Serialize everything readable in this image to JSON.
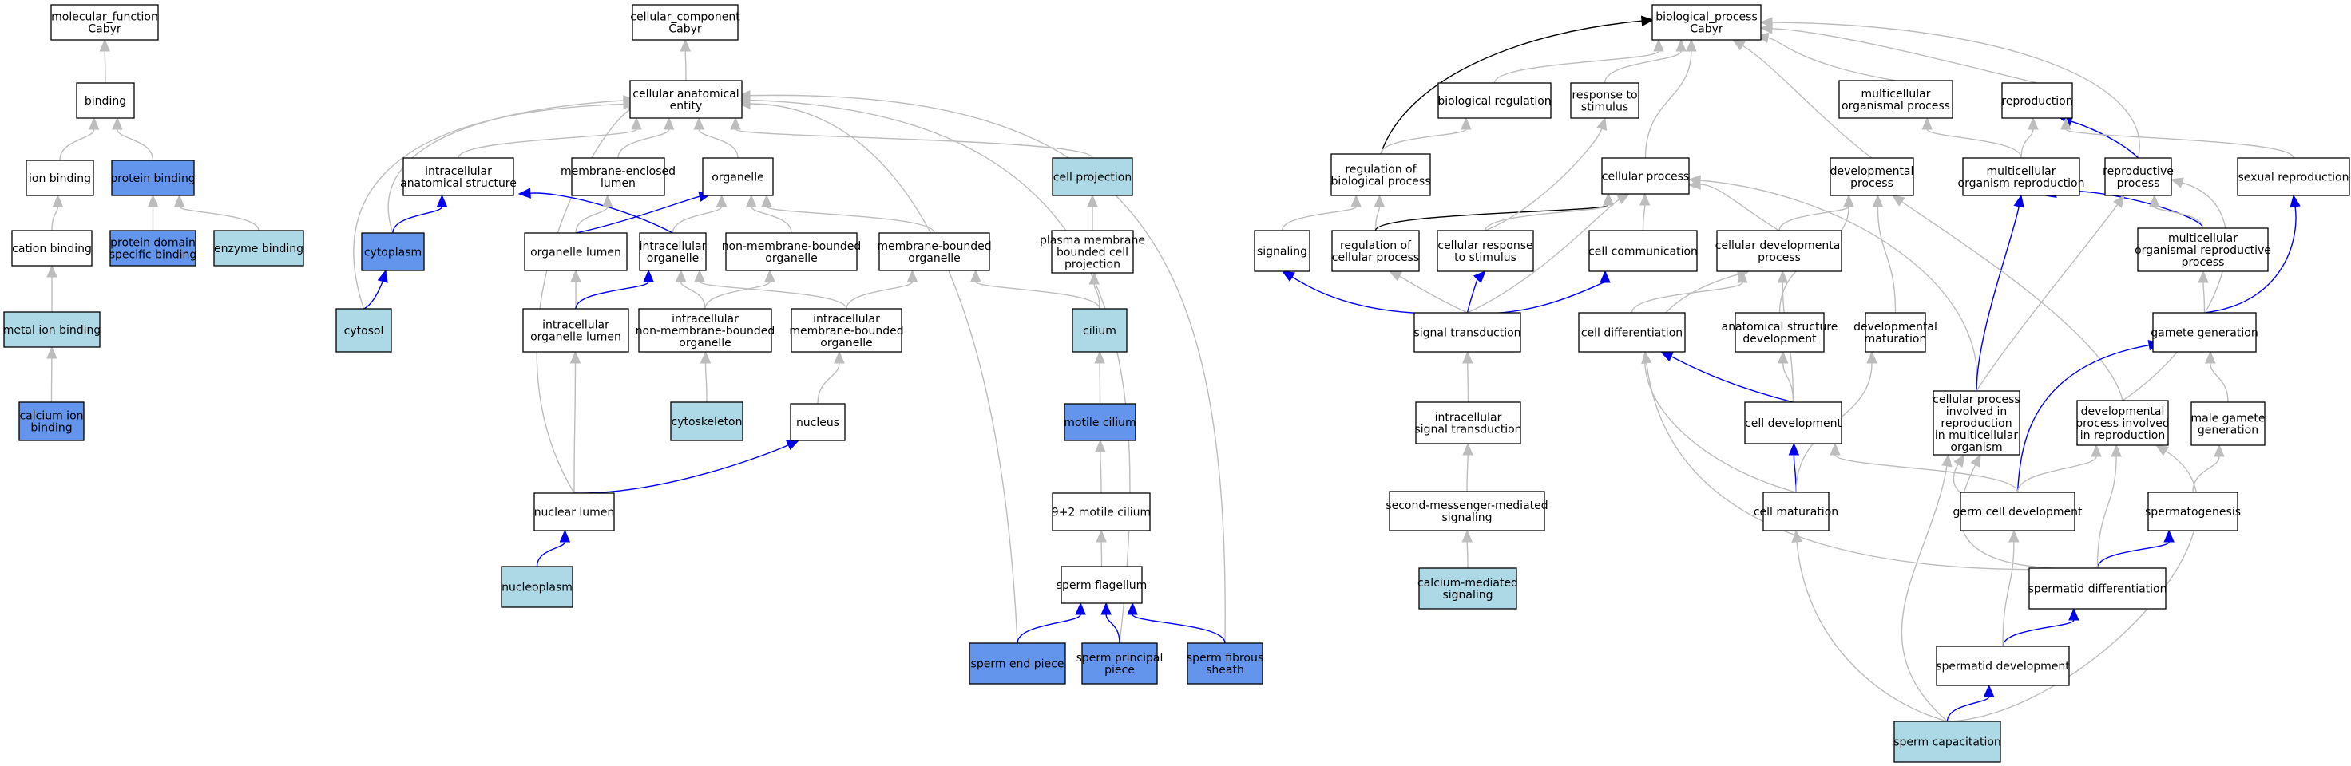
{
  "colors": {
    "plain": "#ffffff",
    "light": "#add8e6",
    "dark": "#6495ed",
    "edge_is_a": "#bdbdbd",
    "edge_part_of": "#0000ee",
    "edge_regulates": "#000000"
  },
  "legend_meaning": {
    "gray": "is_a",
    "blue": "part_of",
    "black": "regulates"
  },
  "nodes": [
    {
      "id": "mf_root",
      "lines": [
        "molecular_function",
        "Cabyr"
      ],
      "fill": "plain"
    },
    {
      "id": "binding",
      "lines": [
        "binding"
      ],
      "fill": "plain"
    },
    {
      "id": "ion_binding",
      "lines": [
        "ion binding"
      ],
      "fill": "plain"
    },
    {
      "id": "protein_binding",
      "lines": [
        "protein binding"
      ],
      "fill": "dark"
    },
    {
      "id": "cation_binding",
      "lines": [
        "cation binding"
      ],
      "fill": "plain"
    },
    {
      "id": "protein_domain_binding",
      "lines": [
        "protein domain",
        "specific binding"
      ],
      "fill": "dark"
    },
    {
      "id": "enzyme_binding",
      "lines": [
        "enzyme binding"
      ],
      "fill": "light"
    },
    {
      "id": "metal_ion_binding",
      "lines": [
        "metal ion binding"
      ],
      "fill": "light"
    },
    {
      "id": "calcium_ion_binding",
      "lines": [
        "calcium ion",
        "binding"
      ],
      "fill": "dark"
    },
    {
      "id": "cc_root",
      "lines": [
        "cellular_component",
        "Cabyr"
      ],
      "fill": "plain"
    },
    {
      "id": "cae",
      "lines": [
        "cellular anatomical",
        "entity"
      ],
      "fill": "plain"
    },
    {
      "id": "ias",
      "lines": [
        "intracellular",
        "anatomical structure"
      ],
      "fill": "plain"
    },
    {
      "id": "mel",
      "lines": [
        "membrane-enclosed",
        "lumen"
      ],
      "fill": "plain"
    },
    {
      "id": "organelle",
      "lines": [
        "organelle"
      ],
      "fill": "plain"
    },
    {
      "id": "cell_projection",
      "lines": [
        "cell projection"
      ],
      "fill": "light"
    },
    {
      "id": "cytoplasm",
      "lines": [
        "cytoplasm"
      ],
      "fill": "dark"
    },
    {
      "id": "organelle_lumen",
      "lines": [
        "organelle lumen"
      ],
      "fill": "plain"
    },
    {
      "id": "intracellular_organelle",
      "lines": [
        "intracellular",
        "organelle"
      ],
      "fill": "plain"
    },
    {
      "id": "nmbo",
      "lines": [
        "non-membrane-bounded",
        "organelle"
      ],
      "fill": "plain"
    },
    {
      "id": "mbo",
      "lines": [
        "membrane-bounded",
        "organelle"
      ],
      "fill": "plain"
    },
    {
      "id": "pmbcp",
      "lines": [
        "plasma membrane",
        "bounded cell",
        "projection"
      ],
      "fill": "plain"
    },
    {
      "id": "cytosol",
      "lines": [
        "cytosol"
      ],
      "fill": "light"
    },
    {
      "id": "iol",
      "lines": [
        "intracellular",
        "organelle lumen"
      ],
      "fill": "plain"
    },
    {
      "id": "inmbo",
      "lines": [
        "intracellular",
        "non-membrane-bounded",
        "organelle"
      ],
      "fill": "plain"
    },
    {
      "id": "imbo",
      "lines": [
        "intracellular",
        "membrane-bounded",
        "organelle"
      ],
      "fill": "plain"
    },
    {
      "id": "cilium",
      "lines": [
        "cilium"
      ],
      "fill": "light"
    },
    {
      "id": "cytoskeleton",
      "lines": [
        "cytoskeleton"
      ],
      "fill": "light"
    },
    {
      "id": "nucleus",
      "lines": [
        "nucleus"
      ],
      "fill": "plain"
    },
    {
      "id": "motile_cilium",
      "lines": [
        "motile cilium"
      ],
      "fill": "dark"
    },
    {
      "id": "nuclear_lumen",
      "lines": [
        "nuclear lumen"
      ],
      "fill": "plain"
    },
    {
      "id": "motile_cilium_92",
      "lines": [
        "9+2 motile cilium"
      ],
      "fill": "plain"
    },
    {
      "id": "nucleoplasm",
      "lines": [
        "nucleoplasm"
      ],
      "fill": "light"
    },
    {
      "id": "sperm_flagellum",
      "lines": [
        "sperm flagellum"
      ],
      "fill": "plain"
    },
    {
      "id": "sperm_end_piece",
      "lines": [
        "sperm end piece"
      ],
      "fill": "dark"
    },
    {
      "id": "sperm_principal_piece",
      "lines": [
        "sperm principal",
        "piece"
      ],
      "fill": "dark"
    },
    {
      "id": "sperm_fibrous_sheath",
      "lines": [
        "sperm fibrous",
        "sheath"
      ],
      "fill": "dark"
    },
    {
      "id": "bp_root",
      "lines": [
        "biological_process",
        "Cabyr"
      ],
      "fill": "plain"
    },
    {
      "id": "bio_reg",
      "lines": [
        "biological regulation"
      ],
      "fill": "plain"
    },
    {
      "id": "resp_stim",
      "lines": [
        "response to",
        "stimulus"
      ],
      "fill": "plain"
    },
    {
      "id": "mop",
      "lines": [
        "multicellular",
        "organismal process"
      ],
      "fill": "plain"
    },
    {
      "id": "reproduction",
      "lines": [
        "reproduction"
      ],
      "fill": "plain"
    },
    {
      "id": "reg_bp",
      "lines": [
        "regulation of",
        "biological process"
      ],
      "fill": "plain"
    },
    {
      "id": "cellular_process",
      "lines": [
        "cellular process"
      ],
      "fill": "plain"
    },
    {
      "id": "dev_process",
      "lines": [
        "developmental",
        "process"
      ],
      "fill": "plain"
    },
    {
      "id": "mor",
      "lines": [
        "multicellular",
        "organism reproduction"
      ],
      "fill": "plain"
    },
    {
      "id": "repro_process",
      "lines": [
        "reproductive",
        "process"
      ],
      "fill": "plain"
    },
    {
      "id": "sexual_repro",
      "lines": [
        "sexual reproduction"
      ],
      "fill": "plain"
    },
    {
      "id": "signaling",
      "lines": [
        "signaling"
      ],
      "fill": "plain"
    },
    {
      "id": "reg_cp",
      "lines": [
        "regulation of",
        "cellular process"
      ],
      "fill": "plain"
    },
    {
      "id": "cell_resp_stim",
      "lines": [
        "cellular response",
        "to stimulus"
      ],
      "fill": "plain"
    },
    {
      "id": "cell_comm",
      "lines": [
        "cell communication"
      ],
      "fill": "plain"
    },
    {
      "id": "cell_dev_proc",
      "lines": [
        "cellular developmental",
        "process"
      ],
      "fill": "plain"
    },
    {
      "id": "morp",
      "lines": [
        "multicellular",
        "organismal reproductive",
        "process"
      ],
      "fill": "plain"
    },
    {
      "id": "signal_trans",
      "lines": [
        "signal transduction"
      ],
      "fill": "plain"
    },
    {
      "id": "cell_diff",
      "lines": [
        "cell differentiation"
      ],
      "fill": "plain"
    },
    {
      "id": "asd",
      "lines": [
        "anatomical structure",
        "development"
      ],
      "fill": "plain"
    },
    {
      "id": "dev_mat",
      "lines": [
        "developmental",
        "maturation"
      ],
      "fill": "plain"
    },
    {
      "id": "gamete_gen",
      "lines": [
        "gamete generation"
      ],
      "fill": "plain"
    },
    {
      "id": "cpirmo",
      "lines": [
        "cellular process",
        "involved in",
        "reproduction",
        "in multicellular",
        "organism"
      ],
      "fill": "plain"
    },
    {
      "id": "dpir",
      "lines": [
        "developmental",
        "process involved",
        "in reproduction"
      ],
      "fill": "plain"
    },
    {
      "id": "male_gamete",
      "lines": [
        "male gamete",
        "generation"
      ],
      "fill": "plain"
    },
    {
      "id": "ist",
      "lines": [
        "intracellular",
        "signal transduction"
      ],
      "fill": "plain"
    },
    {
      "id": "cell_dev",
      "lines": [
        "cell development"
      ],
      "fill": "plain"
    },
    {
      "id": "smms",
      "lines": [
        "second-messenger-mediated",
        "signaling"
      ],
      "fill": "plain"
    },
    {
      "id": "cell_mat",
      "lines": [
        "cell maturation"
      ],
      "fill": "plain"
    },
    {
      "id": "germ_cell_dev",
      "lines": [
        "germ cell development"
      ],
      "fill": "plain"
    },
    {
      "id": "spermatogenesis",
      "lines": [
        "spermatogenesis"
      ],
      "fill": "plain"
    },
    {
      "id": "cms",
      "lines": [
        "calcium-mediated",
        "signaling"
      ],
      "fill": "light"
    },
    {
      "id": "spermatid_diff",
      "lines": [
        "spermatid differentiation"
      ],
      "fill": "plain"
    },
    {
      "id": "spermatid_dev",
      "lines": [
        "spermatid development"
      ],
      "fill": "plain"
    },
    {
      "id": "sperm_cap",
      "lines": [
        "sperm capacitation"
      ],
      "fill": "light"
    }
  ],
  "edges": [
    {
      "from": "binding",
      "to": "mf_root",
      "type": "is_a"
    },
    {
      "from": "ion_binding",
      "to": "binding",
      "type": "is_a"
    },
    {
      "from": "protein_binding",
      "to": "binding",
      "type": "is_a"
    },
    {
      "from": "cation_binding",
      "to": "ion_binding",
      "type": "is_a"
    },
    {
      "from": "protein_domain_binding",
      "to": "protein_binding",
      "type": "is_a"
    },
    {
      "from": "enzyme_binding",
      "to": "protein_binding",
      "type": "is_a"
    },
    {
      "from": "metal_ion_binding",
      "to": "cation_binding",
      "type": "is_a"
    },
    {
      "from": "calcium_ion_binding",
      "to": "metal_ion_binding",
      "type": "is_a"
    },
    {
      "from": "cae",
      "to": "cc_root",
      "type": "is_a"
    },
    {
      "from": "ias",
      "to": "cae",
      "type": "is_a"
    },
    {
      "from": "mel",
      "to": "cae",
      "type": "is_a"
    },
    {
      "from": "organelle",
      "to": "cae",
      "type": "is_a"
    },
    {
      "from": "cell_projection",
      "to": "cae",
      "type": "is_a"
    },
    {
      "from": "cytoplasm",
      "to": "cae",
      "type": "is_a"
    },
    {
      "from": "cytosol",
      "to": "cae",
      "type": "is_a"
    },
    {
      "from": "nuclear_lumen",
      "to": "cae",
      "type": "is_a"
    },
    {
      "from": "sperm_principal_piece",
      "to": "cae",
      "type": "is_a"
    },
    {
      "from": "sperm_fibrous_sheath",
      "to": "cae",
      "type": "is_a"
    },
    {
      "from": "sperm_end_piece",
      "to": "cae",
      "type": "is_a"
    },
    {
      "from": "cytoplasm",
      "to": "ias",
      "type": "part_of"
    },
    {
      "from": "cytosol",
      "to": "cytoplasm",
      "type": "part_of"
    },
    {
      "from": "intracellular_organelle",
      "to": "ias",
      "type": "part_of"
    },
    {
      "from": "organelle_lumen",
      "to": "mel",
      "type": "is_a"
    },
    {
      "from": "organelle_lumen",
      "to": "organelle",
      "type": "part_of"
    },
    {
      "from": "intracellular_organelle",
      "to": "organelle",
      "type": "is_a"
    },
    {
      "from": "nmbo",
      "to": "organelle",
      "type": "is_a"
    },
    {
      "from": "mbo",
      "to": "organelle",
      "type": "is_a"
    },
    {
      "from": "pmbcp",
      "to": "cell_projection",
      "type": "is_a"
    },
    {
      "from": "iol",
      "to": "organelle_lumen",
      "type": "is_a"
    },
    {
      "from": "iol",
      "to": "intracellular_organelle",
      "type": "part_of"
    },
    {
      "from": "inmbo",
      "to": "intracellular_organelle",
      "type": "is_a"
    },
    {
      "from": "inmbo",
      "to": "nmbo",
      "type": "is_a"
    },
    {
      "from": "imbo",
      "to": "intracellular_organelle",
      "type": "is_a"
    },
    {
      "from": "imbo",
      "to": "mbo",
      "type": "is_a"
    },
    {
      "from": "cilium",
      "to": "pmbcp",
      "type": "is_a"
    },
    {
      "from": "cilium",
      "to": "mbo",
      "type": "is_a"
    },
    {
      "from": "cytoskeleton",
      "to": "inmbo",
      "type": "is_a"
    },
    {
      "from": "nucleus",
      "to": "imbo",
      "type": "is_a"
    },
    {
      "from": "motile_cilium",
      "to": "cilium",
      "type": "is_a"
    },
    {
      "from": "nuclear_lumen",
      "to": "iol",
      "type": "is_a"
    },
    {
      "from": "nuclear_lumen",
      "to": "nucleus",
      "type": "part_of"
    },
    {
      "from": "motile_cilium_92",
      "to": "motile_cilium",
      "type": "is_a"
    },
    {
      "from": "nucleoplasm",
      "to": "nuclear_lumen",
      "type": "part_of"
    },
    {
      "from": "sperm_flagellum",
      "to": "motile_cilium_92",
      "type": "is_a"
    },
    {
      "from": "sperm_end_piece",
      "to": "sperm_flagellum",
      "type": "part_of"
    },
    {
      "from": "sperm_principal_piece",
      "to": "sperm_flagellum",
      "type": "part_of"
    },
    {
      "from": "sperm_fibrous_sheath",
      "to": "sperm_flagellum",
      "type": "part_of"
    },
    {
      "from": "bio_reg",
      "to": "bp_root",
      "type": "is_a"
    },
    {
      "from": "resp_stim",
      "to": "bp_root",
      "type": "is_a"
    },
    {
      "from": "mop",
      "to": "bp_root",
      "type": "is_a"
    },
    {
      "from": "reproduction",
      "to": "bp_root",
      "type": "is_a"
    },
    {
      "from": "reg_bp",
      "to": "bp_root",
      "type": "regulates"
    },
    {
      "from": "reg_bp",
      "to": "bio_reg",
      "type": "is_a"
    },
    {
      "from": "cellular_process",
      "to": "bp_root",
      "type": "is_a"
    },
    {
      "from": "dev_process",
      "to": "bp_root",
      "type": "is_a"
    },
    {
      "from": "repro_process",
      "to": "bp_root",
      "type": "is_a"
    },
    {
      "from": "repro_process",
      "to": "reproduction",
      "type": "part_of"
    },
    {
      "from": "mor",
      "to": "reproduction",
      "type": "is_a"
    },
    {
      "from": "mor",
      "to": "mop",
      "type": "is_a"
    },
    {
      "from": "sexual_repro",
      "to": "reproduction",
      "type": "is_a"
    },
    {
      "from": "signaling",
      "to": "reg_bp",
      "type": "is_a"
    },
    {
      "from": "reg_cp",
      "to": "reg_bp",
      "type": "is_a"
    },
    {
      "from": "reg_cp",
      "to": "cellular_process",
      "type": "regulates"
    },
    {
      "from": "cell_resp_stim",
      "to": "resp_stim",
      "type": "is_a"
    },
    {
      "from": "cell_resp_stim",
      "to": "cellular_process",
      "type": "is_a"
    },
    {
      "from": "cell_comm",
      "to": "cellular_process",
      "type": "is_a"
    },
    {
      "from": "cell_dev_proc",
      "to": "cellular_process",
      "type": "is_a"
    },
    {
      "from": "cell_dev_proc",
      "to": "dev_process",
      "type": "is_a"
    },
    {
      "from": "morp",
      "to": "mor",
      "type": "part_of"
    },
    {
      "from": "morp",
      "to": "repro_process",
      "type": "is_a"
    },
    {
      "from": "signal_trans",
      "to": "signaling",
      "type": "part_of"
    },
    {
      "from": "signal_trans",
      "to": "reg_cp",
      "type": "is_a"
    },
    {
      "from": "signal_trans",
      "to": "cell_resp_stim",
      "type": "part_of"
    },
    {
      "from": "signal_trans",
      "to": "cell_comm",
      "type": "part_of"
    },
    {
      "from": "signal_trans",
      "to": "cellular_process",
      "type": "is_a"
    },
    {
      "from": "cell_diff",
      "to": "cell_dev_proc",
      "type": "is_a"
    },
    {
      "from": "asd",
      "to": "dev_process",
      "type": "is_a"
    },
    {
      "from": "dev_mat",
      "to": "dev_process",
      "type": "is_a"
    },
    {
      "from": "gamete_gen",
      "to": "morp",
      "type": "is_a"
    },
    {
      "from": "gamete_gen",
      "to": "sexual_repro",
      "type": "part_of"
    },
    {
      "from": "cpirmo",
      "to": "cellular_process",
      "type": "is_a"
    },
    {
      "from": "cpirmo",
      "to": "mor",
      "type": "part_of"
    },
    {
      "from": "cpirmo",
      "to": "repro_process",
      "type": "is_a"
    },
    {
      "from": "dpir",
      "to": "dev_process",
      "type": "is_a"
    },
    {
      "from": "dpir",
      "to": "repro_process",
      "type": "is_a"
    },
    {
      "from": "male_gamete",
      "to": "gamete_gen",
      "type": "is_a"
    },
    {
      "from": "ist",
      "to": "signal_trans",
      "type": "is_a"
    },
    {
      "from": "cell_dev",
      "to": "cell_diff",
      "type": "part_of"
    },
    {
      "from": "cell_dev",
      "to": "asd",
      "type": "is_a"
    },
    {
      "from": "cell_dev",
      "to": "cell_dev_proc",
      "type": "is_a"
    },
    {
      "from": "smms",
      "to": "ist",
      "type": "is_a"
    },
    {
      "from": "cell_mat",
      "to": "cell_dev",
      "type": "part_of"
    },
    {
      "from": "cell_mat",
      "to": "dev_mat",
      "type": "is_a"
    },
    {
      "from": "cell_mat",
      "to": "cell_dev_proc",
      "type": "is_a"
    },
    {
      "from": "germ_cell_dev",
      "to": "gamete_gen",
      "type": "part_of"
    },
    {
      "from": "germ_cell_dev",
      "to": "cell_dev",
      "type": "is_a"
    },
    {
      "from": "germ_cell_dev",
      "to": "dpir",
      "type": "is_a"
    },
    {
      "from": "germ_cell_dev",
      "to": "cpirmo",
      "type": "is_a"
    },
    {
      "from": "spermatogenesis",
      "to": "male_gamete",
      "type": "is_a"
    },
    {
      "from": "cms",
      "to": "smms",
      "type": "is_a"
    },
    {
      "from": "spermatid_diff",
      "to": "spermatogenesis",
      "type": "part_of"
    },
    {
      "from": "spermatid_diff",
      "to": "dpir",
      "type": "is_a"
    },
    {
      "from": "spermatid_diff",
      "to": "cell_diff",
      "type": "is_a"
    },
    {
      "from": "spermatid_diff",
      "to": "cpirmo",
      "type": "is_a"
    },
    {
      "from": "spermatid_dev",
      "to": "spermatid_diff",
      "type": "part_of"
    },
    {
      "from": "spermatid_dev",
      "to": "germ_cell_dev",
      "type": "is_a"
    },
    {
      "from": "sperm_cap",
      "to": "spermatid_dev",
      "type": "part_of"
    },
    {
      "from": "sperm_cap",
      "to": "cell_mat",
      "type": "is_a"
    },
    {
      "from": "sperm_cap",
      "to": "cpirmo",
      "type": "is_a"
    },
    {
      "from": "sperm_cap",
      "to": "dpir",
      "type": "is_a"
    }
  ]
}
